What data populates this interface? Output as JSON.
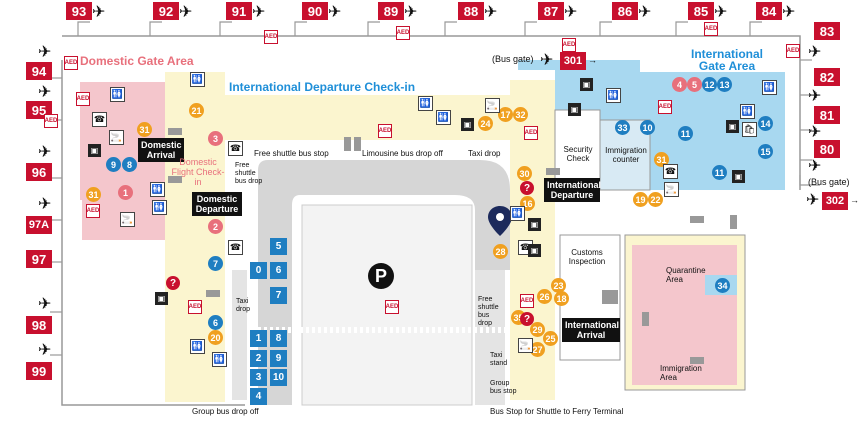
{
  "gates_top": [
    "93",
    "92",
    "91",
    "90",
    "89",
    "88",
    "87",
    "86",
    "85",
    "84"
  ],
  "gates_left": [
    "94",
    "95",
    "96",
    "97A",
    "97",
    "98",
    "99"
  ],
  "gates_right": [
    "83",
    "82",
    "81",
    "80"
  ],
  "gates_special": {
    "bus_301": "301",
    "bus_302": "302"
  },
  "labels": {
    "domestic_gate_area": "Domestic Gate Area",
    "international_gate_area": "International Gate Area",
    "international_departure_checkin": "International Departure Check-in",
    "bus_gate_top": "(Bus gate)",
    "bus_gate_right": "(Bus gate)",
    "domestic_arrival": "Domestic Arrival",
    "domestic_flight_checkin": "Domestic Flight Check-in",
    "domestic_departure": "Domestic Departure",
    "security_check": "Security Check",
    "immigration_counter": "Immigration counter",
    "international_departure": "International Departure",
    "international_arrival": "International Arrival",
    "customs_inspection": "Customs Inspection",
    "quarantine_area": "Quarantine Area",
    "immigration_area": "Immigration Area",
    "free_shuttle_bus_stop": "Free shuttle bus stop",
    "limousine_bus_drop_off": "Limousine bus drop off",
    "taxi_drop_top": "Taxi drop",
    "free_shuttle_bus_drop_left": "Free shuttle bus drop",
    "taxi_drop_left": "Taxi drop",
    "free_shuttle_bus_drop_right": "Free shuttle bus drop",
    "taxi_stand": "Taxi stand",
    "group_bus_stop": "Group bus stop",
    "group_bus_drop_off": "Group bus drop off",
    "bus_stop_ferry": "Bus Stop for Shuttle to Ferry Terminal",
    "parking": "P",
    "aed": "AED"
  },
  "parking_numbers": [
    "5",
    "0",
    "6",
    "7",
    "1",
    "8",
    "2",
    "9",
    "3",
    "10",
    "4"
  ],
  "poi_numbers": {
    "n21": "21",
    "n3": "3",
    "n31a": "31",
    "n9": "9",
    "n8": "8",
    "n1": "1",
    "n31b": "31",
    "n2": "2",
    "n7": "7",
    "n20": "20",
    "n6": "6",
    "n17": "17",
    "n32": "32",
    "n24": "24",
    "n30": "30",
    "n16": "16",
    "n28": "28",
    "n23": "23",
    "n18": "18",
    "n26": "26",
    "n35": "35",
    "n29": "29",
    "n25": "25",
    "n27": "27",
    "n4": "4",
    "n5": "5",
    "n12": "12",
    "n13": "13",
    "n33": "33",
    "n10": "10",
    "n11a": "11",
    "n14": "14",
    "n15": "15",
    "n11b": "11",
    "n31c": "31",
    "n19": "19",
    "n22": "22",
    "n34": "34"
  },
  "colors": {
    "gate_red": "#c8102e",
    "domestic_pink": "#f4c6cc",
    "international_blue": "#a8d8f0",
    "checkin_yellow": "#fbf5cf",
    "poi_orange": "#f0a020",
    "poi_blue": "#1f7ec1",
    "road_gray": "#d6d6d6",
    "int_label_blue": "#1f8fd8"
  }
}
